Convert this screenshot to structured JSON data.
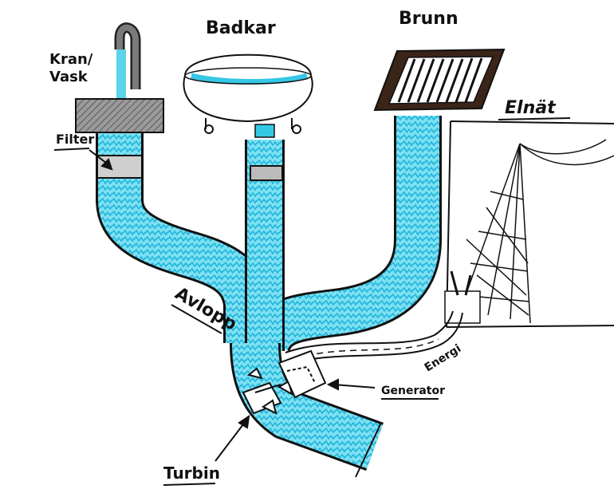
{
  "labels": {
    "tap_sink": "Kran/\nVask",
    "bathtub": "Badkar",
    "well": "Brunn",
    "grid": "Elnät",
    "filter": "Filter",
    "drain": "Avlopp",
    "energy": "Energi",
    "generator": "Generator",
    "turbine": "Turbin"
  },
  "colors": {
    "water": "#35c7e6",
    "ink": "#111111",
    "sink_fill": "#8a8a8a",
    "well_frame": "#3b2418"
  },
  "icons": [
    "faucet-icon",
    "bathtub-icon",
    "well-grate-icon",
    "power-pylon-icon",
    "turbine-icon",
    "generator-icon"
  ]
}
